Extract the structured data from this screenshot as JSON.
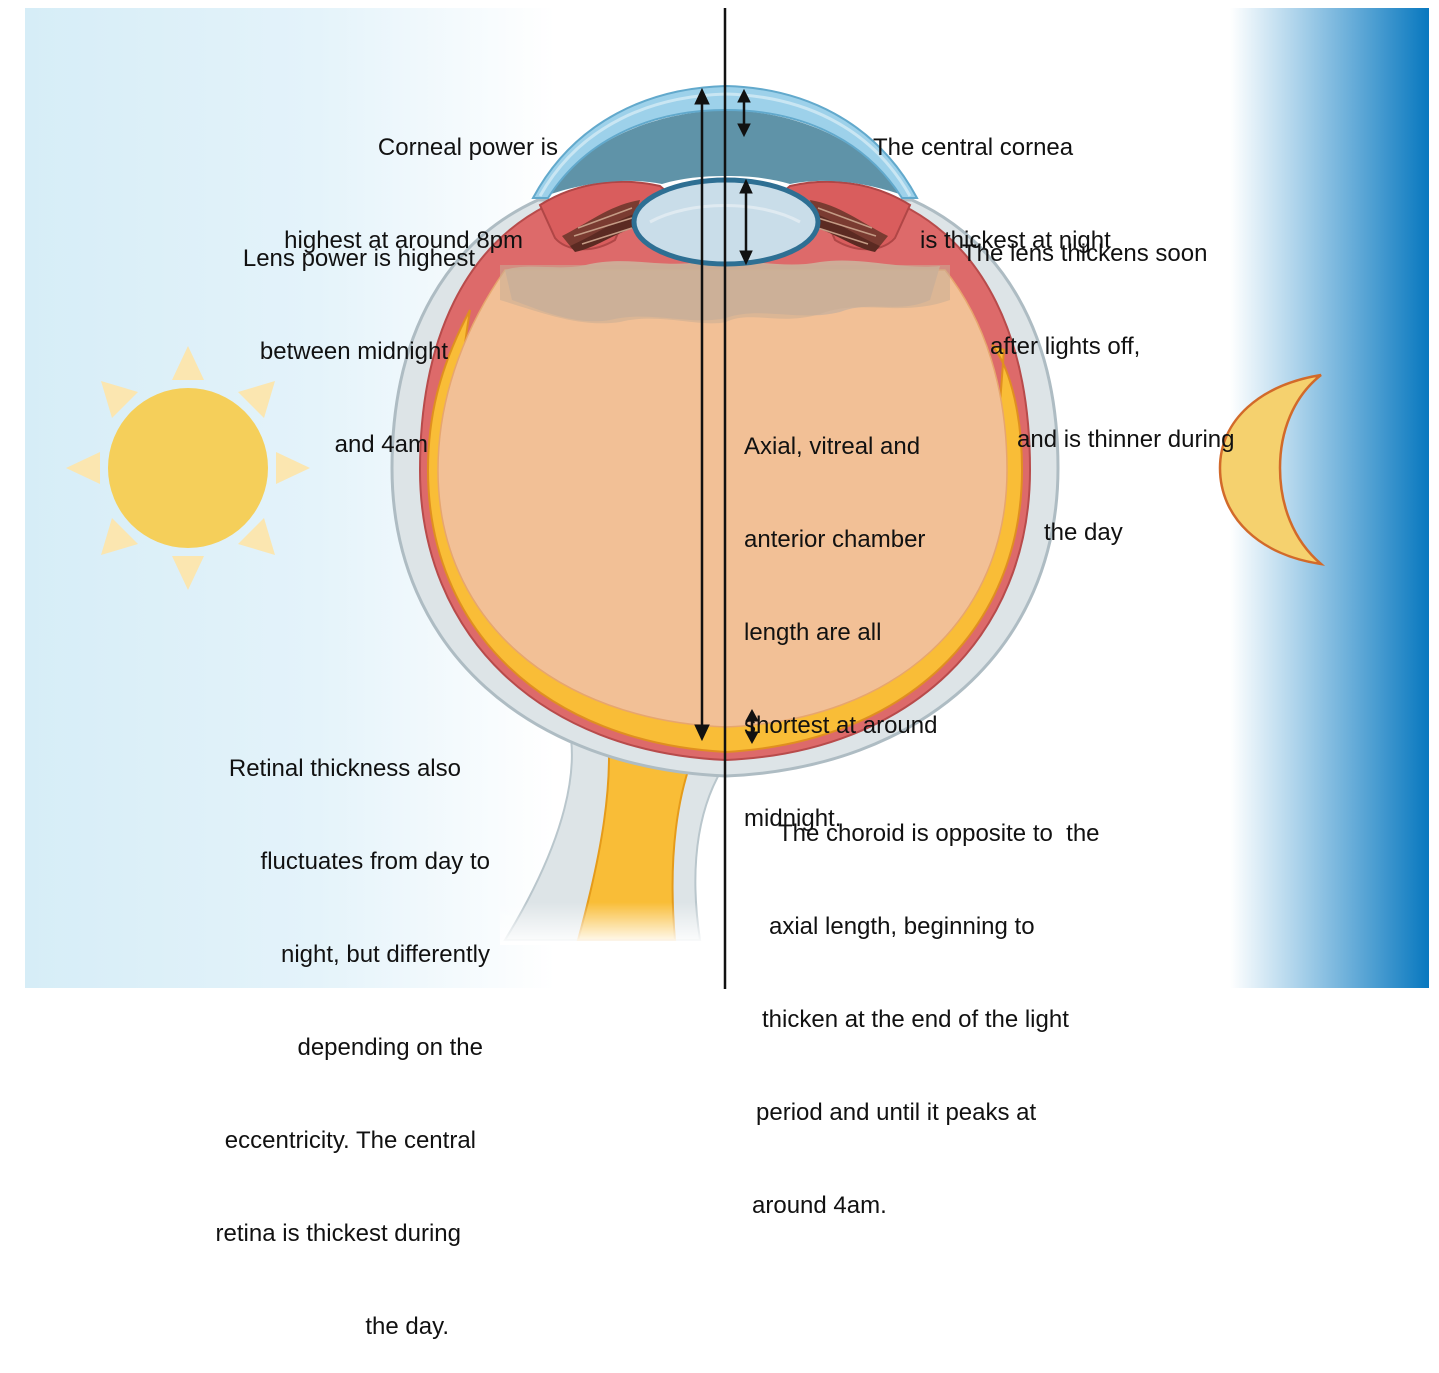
{
  "annotations": {
    "corneal_power": [
      "Corneal power is",
      "highest at around 8pm"
    ],
    "lens_power": [
      "Lens power is highest",
      "between midnight",
      "and 4am"
    ],
    "retinal_thickness": [
      "Retinal thickness also",
      "fluctuates from day to",
      "night, but differently",
      "depending on the",
      "eccentricity. The central",
      "retina is thickest during",
      "the day."
    ],
    "central_cornea": [
      "The central cornea",
      "is thickest at night"
    ],
    "lens_thickness": [
      "The lens thickens soon",
      "after lights off,",
      "and is thinner during",
      "the day"
    ],
    "axial_length": [
      "Axial, vitreal and",
      "anterior chamber",
      "length are all",
      "shortest at around",
      "midnight."
    ],
    "choroid": [
      "The choroid is opposite to  the",
      "axial length, beginning to",
      "thicken at the end of the light",
      "period and until it peaks at",
      "around 4am."
    ]
  },
  "icons": {
    "day": "sun-icon",
    "night": "moon-icon"
  },
  "colors": {
    "day_sky": "#dcf0f8",
    "night_sky": "#0c7fc4",
    "sun": "#f5cf5a",
    "sun_rays": "#fbe6b0",
    "moon": "#f5d16e",
    "sclera": "#dde4e7",
    "choroid": "#dd6a6a",
    "retina": "#f9bd37",
    "vitreous": "#f2c096",
    "cornea": "#8bc9e6",
    "anterior_chamber": "#5e91a6",
    "lens": "#c6dbe9"
  }
}
